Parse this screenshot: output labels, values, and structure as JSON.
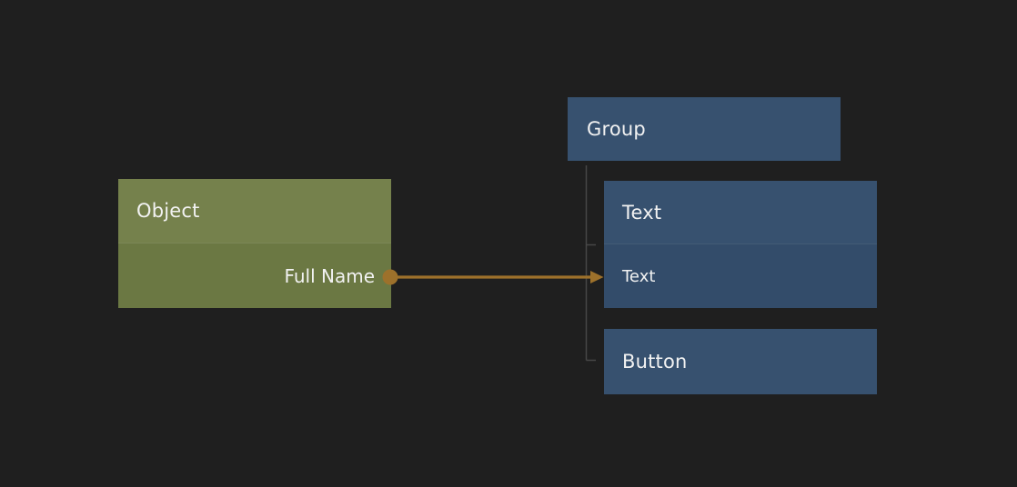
{
  "editor": {
    "nodes": {
      "object": {
        "title": "Object",
        "field": "Full Name",
        "type": "source"
      },
      "group": {
        "title": "Group",
        "type": "container"
      },
      "text": {
        "title": "Text",
        "field": "Text",
        "type": "child"
      },
      "button": {
        "title": "Button",
        "type": "child"
      }
    },
    "connection": {
      "source_node": "Object",
      "source_field": "Full Name",
      "target_node": "Text",
      "target_field": "Text"
    }
  },
  "colors": {
    "canvas-bg": "#1F1F1F",
    "green-header": "#75814C",
    "green-body": "#6B7843",
    "blue-header": "#37516F",
    "blue-body": "#334C6A",
    "wire": "#9D712B",
    "tree-line": "#474747",
    "text": "#F2F2F2"
  }
}
